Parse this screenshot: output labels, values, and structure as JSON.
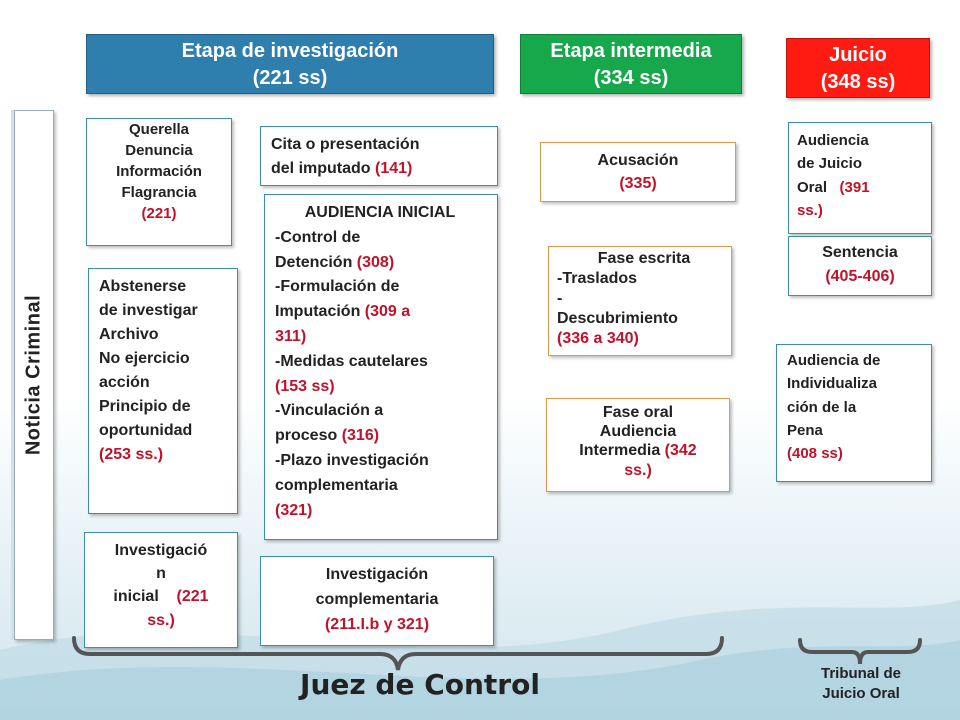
{
  "colors": {
    "stage_blue": "#2e7fae",
    "stage_green": "#17a84c",
    "stage_red": "#ff1b12",
    "article_red": "#c0122a",
    "border_blue": "#3a8fb0",
    "border_orange": "#e4954a"
  },
  "headers": {
    "investigacion": {
      "line1": "Etapa de investigación",
      "line2": "(221 ss)"
    },
    "intermedia": {
      "line1": "Etapa intermedia",
      "line2": "(334 ss)"
    },
    "juicio": {
      "line1": "Juicio",
      "line2": "(348 ss)"
    }
  },
  "side_label": "Noticia Criminal",
  "investigacion": {
    "querella": {
      "l1": "Querella",
      "l2": "Denuncia",
      "l3": "Información",
      "l4": "Flagrancia",
      "ref": "(221)"
    },
    "abstenerse": {
      "l1": "Abstenerse",
      "l2": "de investigar",
      "l3": "Archivo",
      "l4": "No ejercicio",
      "l5": "acción",
      "l6": "Principio de",
      "l7": "oportunidad",
      "ref": "(253 ss.)"
    },
    "inicial": {
      "l1": "Investigació",
      "l2": "n",
      "l3": "inicial",
      "ref1": "(221",
      "ref2": "ss.)"
    },
    "cita": {
      "l1": "Cita o presentación",
      "l2": "del imputado",
      "ref": "(141)"
    },
    "audiencia": {
      "title": "AUDIENCIA INICIAL",
      "a1": "-Control de",
      "a2": "Detención",
      "a2ref": "(308)",
      "b1": "-Formulación de",
      "b2": "Imputación",
      "b2ref": "(309 a",
      "b3ref": "311)",
      "c1": "-Medidas cautelares",
      "c2ref": "(153 ss)",
      "d1": "-Vinculación a",
      "d2": "proceso",
      "d2ref": "(316)",
      "e1": "-Plazo investigación",
      "e2": "complementaria",
      "e3ref": "(321)"
    },
    "complementaria": {
      "l1": "Investigación",
      "l2": "complementaria",
      "ref": "(211.I.b y 321)"
    }
  },
  "intermedia": {
    "acusacion": {
      "l1": "Acusación",
      "ref": "(335)"
    },
    "escrita": {
      "title": "Fase escrita",
      "l1": "-Traslados",
      "l2": "-",
      "l3": "Descubrimiento",
      "ref": "(336 a 340)"
    },
    "oral": {
      "l1": "Fase oral",
      "l2": "Audiencia",
      "l3": "Intermedia",
      "ref1": "(342",
      "ref2": "ss.)"
    }
  },
  "juicio": {
    "audiencia_oral": {
      "l1": "Audiencia",
      "l2": "de Juicio",
      "l3": "Oral",
      "ref1": "(391",
      "ref2": "ss.)"
    },
    "sentencia": {
      "l1": "Sentencia",
      "ref": "(405-406)"
    },
    "individualizacion": {
      "l1": "Audiencia de",
      "l2": "Individualiza",
      "l3": "ción de la",
      "l4": "Pena",
      "ref": "(408 ss)"
    }
  },
  "footer": {
    "juez": "Juez de Control",
    "tribunal1": "Tribunal de",
    "tribunal2": "Juicio Oral"
  }
}
